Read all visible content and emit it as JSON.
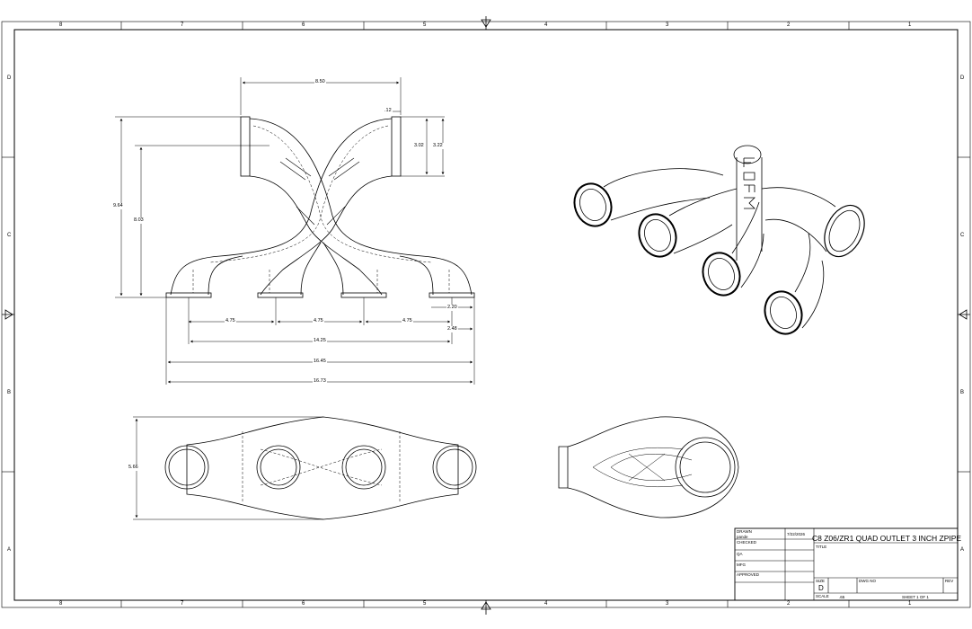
{
  "border": {
    "top_zones": [
      "8",
      "7",
      "6",
      "5",
      "4",
      "3",
      "2",
      "1"
    ],
    "bottom_zones": [
      "8",
      "7",
      "6",
      "5",
      "4",
      "3",
      "2",
      "1"
    ],
    "side_zones": [
      "D",
      "C",
      "B",
      "A"
    ]
  },
  "dimensions": {
    "top_width": "8.50",
    "wall": ".12",
    "outlet_id": "3.02",
    "outlet_od": "3.22",
    "overall_height": "9.64",
    "body_height": "8.03",
    "spacing_1": "4.75",
    "spacing_2": "4.75",
    "spacing_3": "4.75",
    "end_2_20": "2.20",
    "end_2_48": "2.48",
    "span_14_25": "14.25",
    "span_16_45": "16.45",
    "span_16_73": "16.73",
    "bottom_height": "5.66"
  },
  "title_block": {
    "drawn_label": "DRAWN",
    "drawn_by": "pande",
    "date": "7/22/2026",
    "checked_label": "CHECKED",
    "qa_label": "QA",
    "mfg_label": "MFG",
    "approved_label": "APPROVED",
    "drawing_title": "C8 Z06/ZR1 QUAD OUTLET 3 INCH ZPIPE",
    "title_label": "TITLE",
    "size_label": "SIZE",
    "size_value": "D",
    "dwg_no_label": "DWG NO",
    "rev_label": "REV",
    "scale_label": "SCALE",
    "scale_value": ".65",
    "sheet_label": "SHEET 1  OF 1"
  }
}
